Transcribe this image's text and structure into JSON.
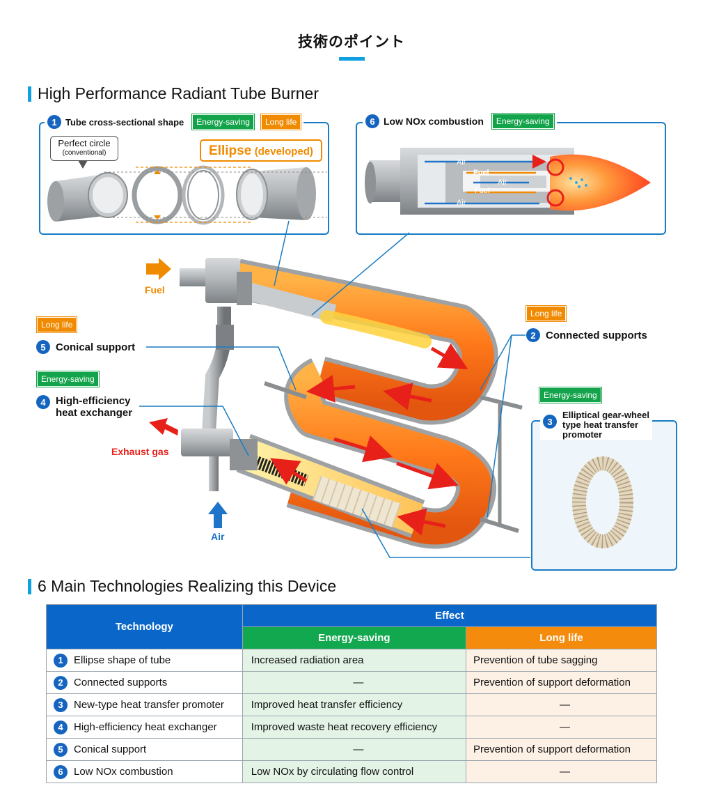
{
  "header": {
    "title": "技術のポイント"
  },
  "section1": {
    "heading": "High Performance Radiant Tube Burner"
  },
  "tags": {
    "energy_saving": "Energy-saving",
    "long_life": "Long life"
  },
  "panel1": {
    "number": "1",
    "title": "Tube cross-sectional shape",
    "bubble_line1": "Perfect circle",
    "bubble_line2": "(conventional)",
    "ellipse_main": "Ellipse",
    "ellipse_sub": "(developed)"
  },
  "panel6": {
    "number": "6",
    "title": "Low NOx combustion",
    "air_top": "Air",
    "fuel_top": "Fuel",
    "air_mid": "Air",
    "fuel_bottom": "Fuel",
    "air_bottom": "Air"
  },
  "panel3": {
    "number": "3",
    "title_line1": "Elliptical gear-wheel",
    "title_line2": "type heat transfer",
    "title_line3": "promoter"
  },
  "diagram": {
    "fuel": "Fuel",
    "exhaust": "Exhaust gas",
    "air": "Air",
    "c5_number": "5",
    "c5_label": "Conical support",
    "c4_number": "4",
    "c4_line1": "High-efficiency",
    "c4_line2": "heat exchanger",
    "c2_number": "2",
    "c2_label": "Connected supports"
  },
  "section2": {
    "heading": "6 Main Technologies Realizing this Device"
  },
  "table": {
    "col_technology": "Technology",
    "col_effect": "Effect",
    "col_energy": "Energy-saving",
    "col_longlife": "Long life",
    "rows": [
      {
        "num": "1",
        "tech": "Ellipse shape of tube",
        "energy": "Increased radiation area",
        "life": "Prevention of tube sagging"
      },
      {
        "num": "2",
        "tech": "Connected supports",
        "energy": "—",
        "life": "Prevention of support deformation"
      },
      {
        "num": "3",
        "tech": "New-type heat transfer promoter",
        "energy": "Improved heat transfer efficiency",
        "life": "—"
      },
      {
        "num": "4",
        "tech": "High-efficiency heat exchanger",
        "energy": "Improved waste heat recovery efficiency",
        "life": "—"
      },
      {
        "num": "5",
        "tech": "Conical support",
        "energy": "—",
        "life": "Prevention of support deformation"
      },
      {
        "num": "6",
        "tech": "Low NOx combustion",
        "energy": "Low NOx by circulating flow control",
        "life": "—"
      }
    ]
  },
  "colors": {
    "accent_blue": "#0ea0e0",
    "panel_border": "#1a7cc3",
    "energy_green": "#13a34a",
    "longlife_orange": "#f08a00",
    "flame_red": "#e8201a"
  }
}
